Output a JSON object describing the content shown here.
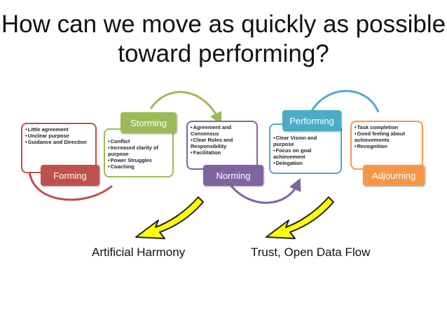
{
  "title": "How can we move as quickly as possible toward performing?",
  "colors": {
    "forming": "#c0504d",
    "storming": "#9bbb59",
    "norming": "#8064a2",
    "performing": "#4bacc6",
    "adjourning": "#f79646",
    "arrow_fill": "#ffff00",
    "arrow_stroke": "#222222"
  },
  "stages": [
    {
      "name": "Forming",
      "points": [
        "Little agreement",
        "Unclear purpose",
        "Guidance and Direction"
      ]
    },
    {
      "name": "Storming",
      "points": [
        "Conflict",
        "Increased clarity of purpose",
        "Power Struggles",
        "Coaching"
      ]
    },
    {
      "name": "Norming",
      "points": [
        "Agreement and Consensus",
        "Clear Roles and Responsibility",
        "Facilitation"
      ]
    },
    {
      "name": "Performing",
      "points": [
        "Clear Vision and purpose",
        "Focus on goal achievement",
        "Delegation"
      ]
    },
    {
      "name": "Adjourning",
      "points": [
        "Task completion",
        "Good feeling about achievements",
        "Recognition"
      ]
    }
  ],
  "callouts": {
    "left": "Artificial Harmony",
    "right": "Trust, Open Data Flow"
  }
}
